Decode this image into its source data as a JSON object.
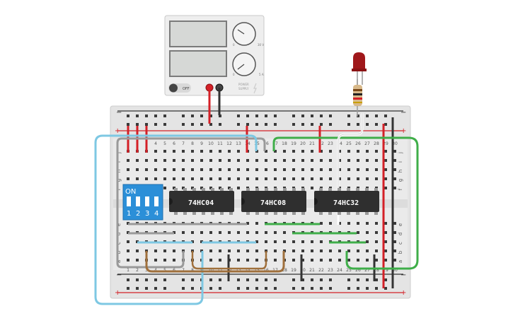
{
  "power_supply": {
    "off_label": "OFF",
    "brand_line1": "POWER",
    "brand_line2": "SUPPLY",
    "knob1_max": "30 V",
    "knob2_max": "5 A",
    "knob1_min": "0",
    "knob2_min": "0"
  },
  "breadboard": {
    "columns_top": [
      "1",
      "2",
      "3",
      "4",
      "5",
      "6",
      "7",
      "8",
      "9",
      "10",
      "11",
      "12",
      "13",
      "14",
      "15",
      "16",
      "17",
      "18",
      "19",
      "20",
      "21",
      "22",
      "23",
      "24",
      "25",
      "26",
      "27",
      "28",
      "29",
      "30"
    ],
    "rows_right_top": [
      "j",
      "i",
      "h",
      "g",
      "f"
    ],
    "rows_right_bottom": [
      "e",
      "d",
      "c",
      "b",
      "a"
    ],
    "rail_minus": "−",
    "rail_plus": "+"
  },
  "chips": [
    {
      "label": "74HC04"
    },
    {
      "label": "74HC08"
    },
    {
      "label": "74HC32"
    }
  ],
  "dip_switch": {
    "on_label": "ON",
    "numbers": [
      "1",
      "2",
      "3",
      "4"
    ]
  },
  "colors": {
    "red_wire": "#d42027",
    "black_wire": "#333333",
    "blue_wire": "#7ec8e3",
    "green_wire": "#3fae49",
    "gray_wire": "#9a9a9a",
    "brown_wire": "#a0703c",
    "switch_blue": "#2b8fd8",
    "chip_body": "#2f2f2f",
    "led_red": "#a0181b"
  }
}
